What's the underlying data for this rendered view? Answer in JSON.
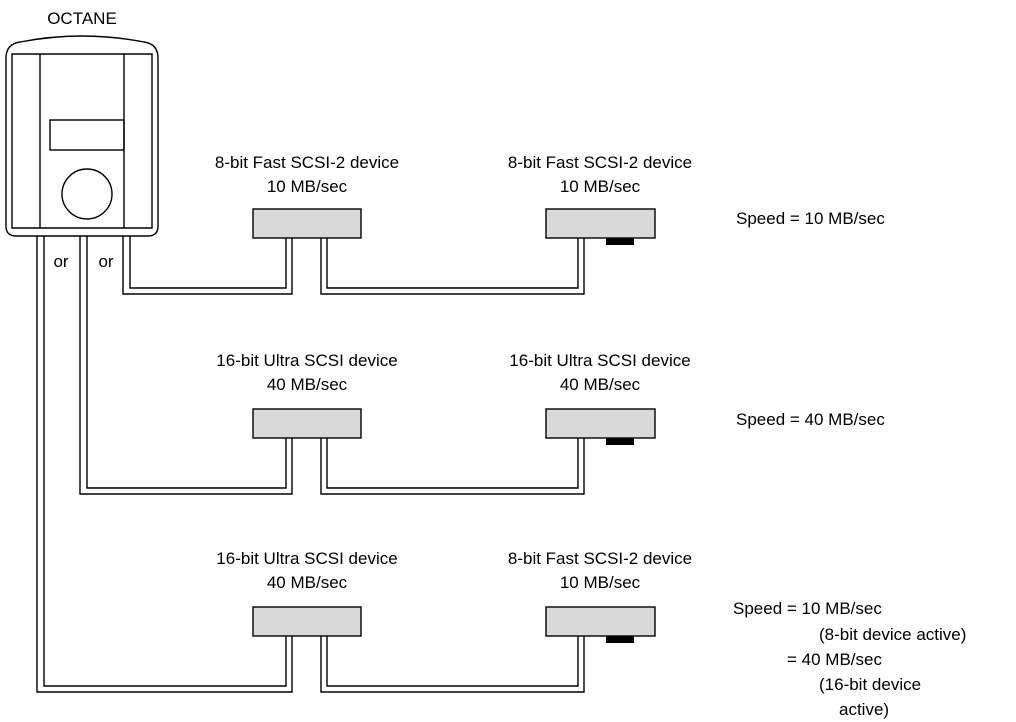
{
  "system": {
    "label": "OCTANE",
    "connector_labels": [
      "or",
      "or"
    ]
  },
  "chains": [
    {
      "device_a": {
        "name": "8-bit Fast SCSI-2 device",
        "rate": "10 MB/sec"
      },
      "device_b": {
        "name": "8-bit Fast SCSI-2 device",
        "rate": "10 MB/sec"
      },
      "speed_lines": [
        "Speed = 10 MB/sec"
      ]
    },
    {
      "device_a": {
        "name": "16-bit Ultra SCSI device",
        "rate": "40 MB/sec"
      },
      "device_b": {
        "name": "16-bit Ultra SCSI device",
        "rate": "40 MB/sec"
      },
      "speed_lines": [
        "Speed = 40 MB/sec"
      ]
    },
    {
      "device_a": {
        "name": "16-bit Ultra SCSI device",
        "rate": "40 MB/sec"
      },
      "device_b": {
        "name": "8-bit Fast SCSI-2 device",
        "rate": "10 MB/sec"
      },
      "speed_lines": [
        "Speed = 10 MB/sec",
        "(8-bit device active)",
        "= 40 MB/sec",
        "(16-bit device",
        "active)"
      ]
    }
  ],
  "colors": {
    "device_fill": "#d9d9d9",
    "line": "#000000",
    "terminator": "#000000"
  }
}
